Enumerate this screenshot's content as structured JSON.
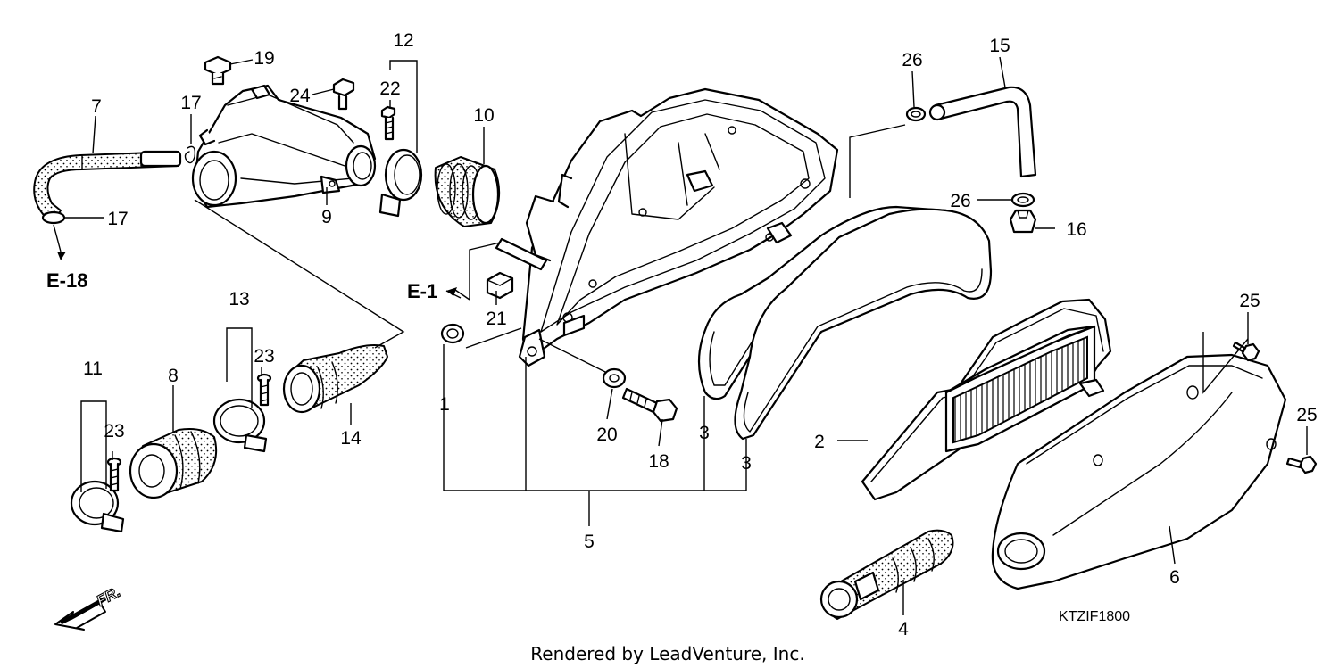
{
  "diagram": {
    "callouts": [
      "1",
      "2",
      "3",
      "3",
      "4",
      "5",
      "6",
      "7",
      "8",
      "9",
      "10",
      "11",
      "12",
      "13",
      "14",
      "15",
      "16",
      "17",
      "17",
      "18",
      "19",
      "20",
      "21",
      "22",
      "23",
      "23",
      "24",
      "25",
      "25",
      "26",
      "26"
    ],
    "refs": [
      "E-18",
      "E-1"
    ],
    "direction_label": "FR.",
    "code": "KTZIF1800",
    "credit": "Rendered by LeadVenture, Inc."
  }
}
